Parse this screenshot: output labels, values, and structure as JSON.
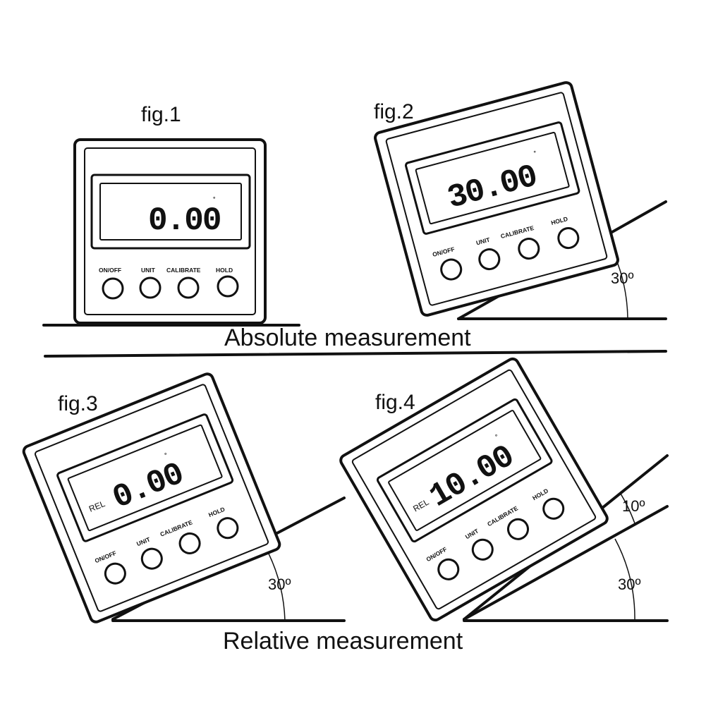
{
  "figures": [
    {
      "label": "fig.1",
      "display": "0.00",
      "unit_mark": "°",
      "rel": ""
    },
    {
      "label": "fig.2",
      "display": "30.00",
      "unit_mark": "°",
      "rel": ""
    },
    {
      "label": "fig.3",
      "display": "0.00",
      "unit_mark": "°",
      "rel": "REL"
    },
    {
      "label": "fig.4",
      "display": "10.00",
      "unit_mark": "°",
      "rel": "REL"
    }
  ],
  "buttons": {
    "onoff": "ON/OFF",
    "unit": "UNIT",
    "calibrate": "CALIBRATE",
    "hold": "HOLD"
  },
  "captions": {
    "absolute": "Absolute measurement",
    "relative": "Relative measurement"
  },
  "angles": {
    "fig2": "30º",
    "fig3": "30º",
    "fig4_large": "30º",
    "fig4_small": "10º"
  }
}
